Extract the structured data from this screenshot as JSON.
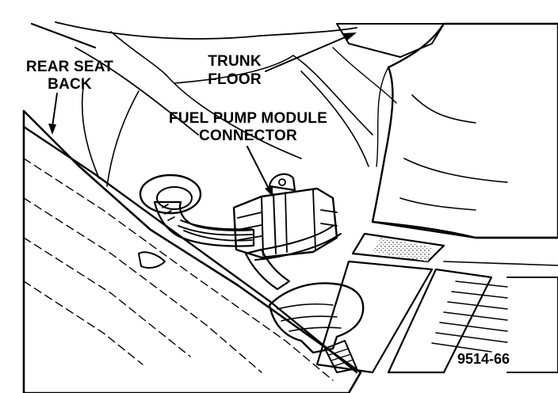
{
  "labels": {
    "rear_seat_back": [
      "REAR SEAT",
      "BACK"
    ],
    "trunk_floor": [
      "TRUNK",
      "FLOOR"
    ],
    "fuel_pump_module_connector": [
      "FUEL PUMP MODULE",
      "CONNECTOR"
    ]
  },
  "figure_number": "9514-66",
  "colors": {
    "ink": "#000000",
    "paper": "#ffffff"
  }
}
